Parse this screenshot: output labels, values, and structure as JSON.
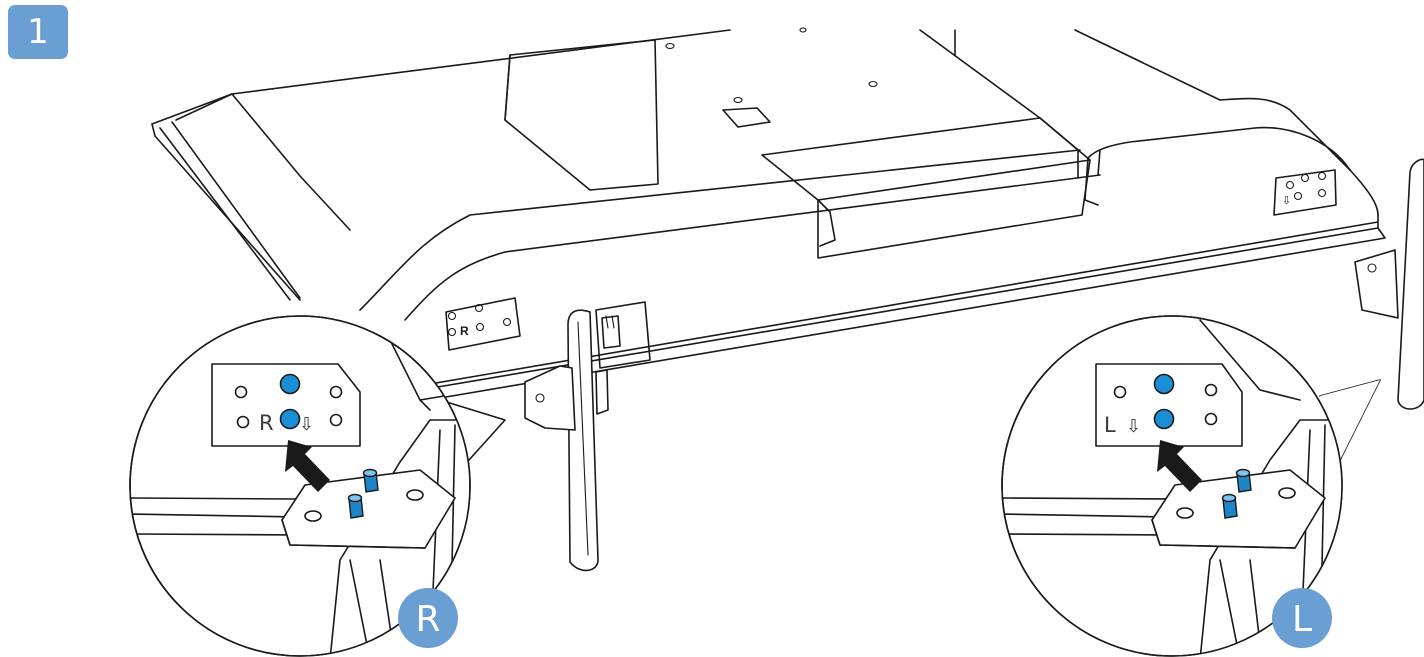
{
  "step": {
    "number": "1"
  },
  "tv": {
    "bracket_mark_right": "R",
    "bracket_mark_left": "⇩",
    "arrow_glyph": "⇩"
  },
  "callout_right": {
    "label": "R",
    "badge": "R"
  },
  "callout_left": {
    "label": "L",
    "badge": "L"
  },
  "colors": {
    "badge": "#6a9fd3",
    "hole_highlight": "#1b8fd6",
    "pin": "#1c86c8",
    "arrow": "#1a1a1a"
  }
}
